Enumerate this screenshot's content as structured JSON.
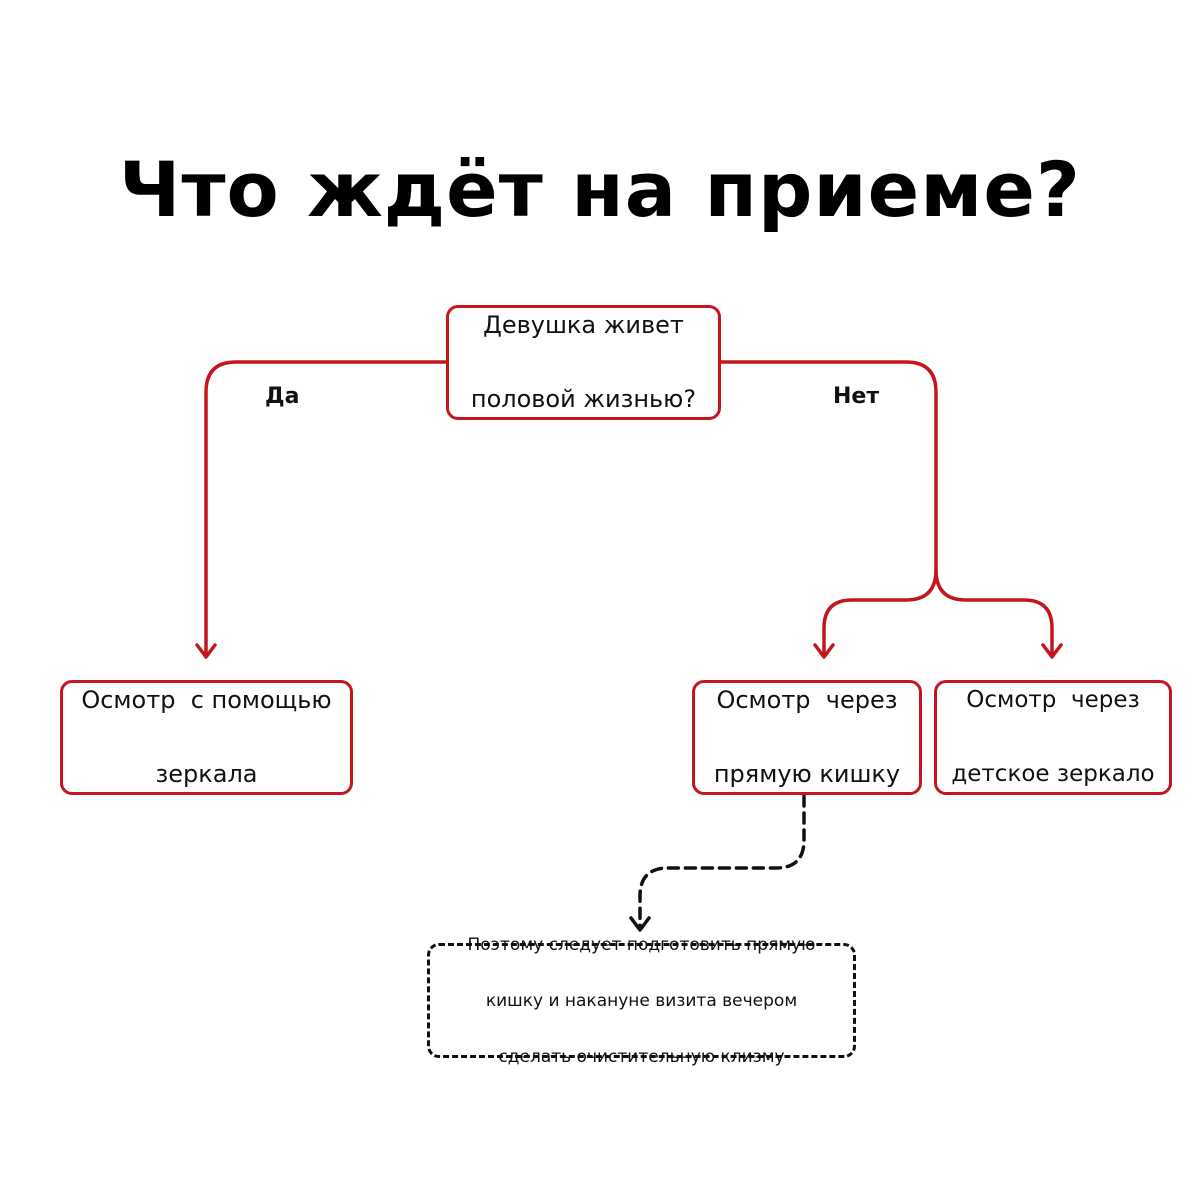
{
  "title": "Что ждёт на приеме?",
  "colors": {
    "accent": "#c4161c",
    "text": "#111111",
    "dashed": "#111111"
  },
  "question": {
    "line1": "Девушка живет",
    "line2": "половой жизнью?"
  },
  "branches": {
    "yes_label": "Да",
    "no_label": "Нет"
  },
  "outcomes": {
    "mirror": {
      "line1": "Осмотр  с помощью",
      "line2": "зеркала"
    },
    "rectal": {
      "line1": "Осмотр  через",
      "line2": "прямую кишку"
    },
    "child_mirror": {
      "line1": "Осмотр  через",
      "line2": "детское зеркало"
    }
  },
  "note": {
    "line1": "Поэтому следует подготовить прямую",
    "line2": "кишку и накануне визита вечером",
    "line3": "сделать очистительную клизму"
  }
}
